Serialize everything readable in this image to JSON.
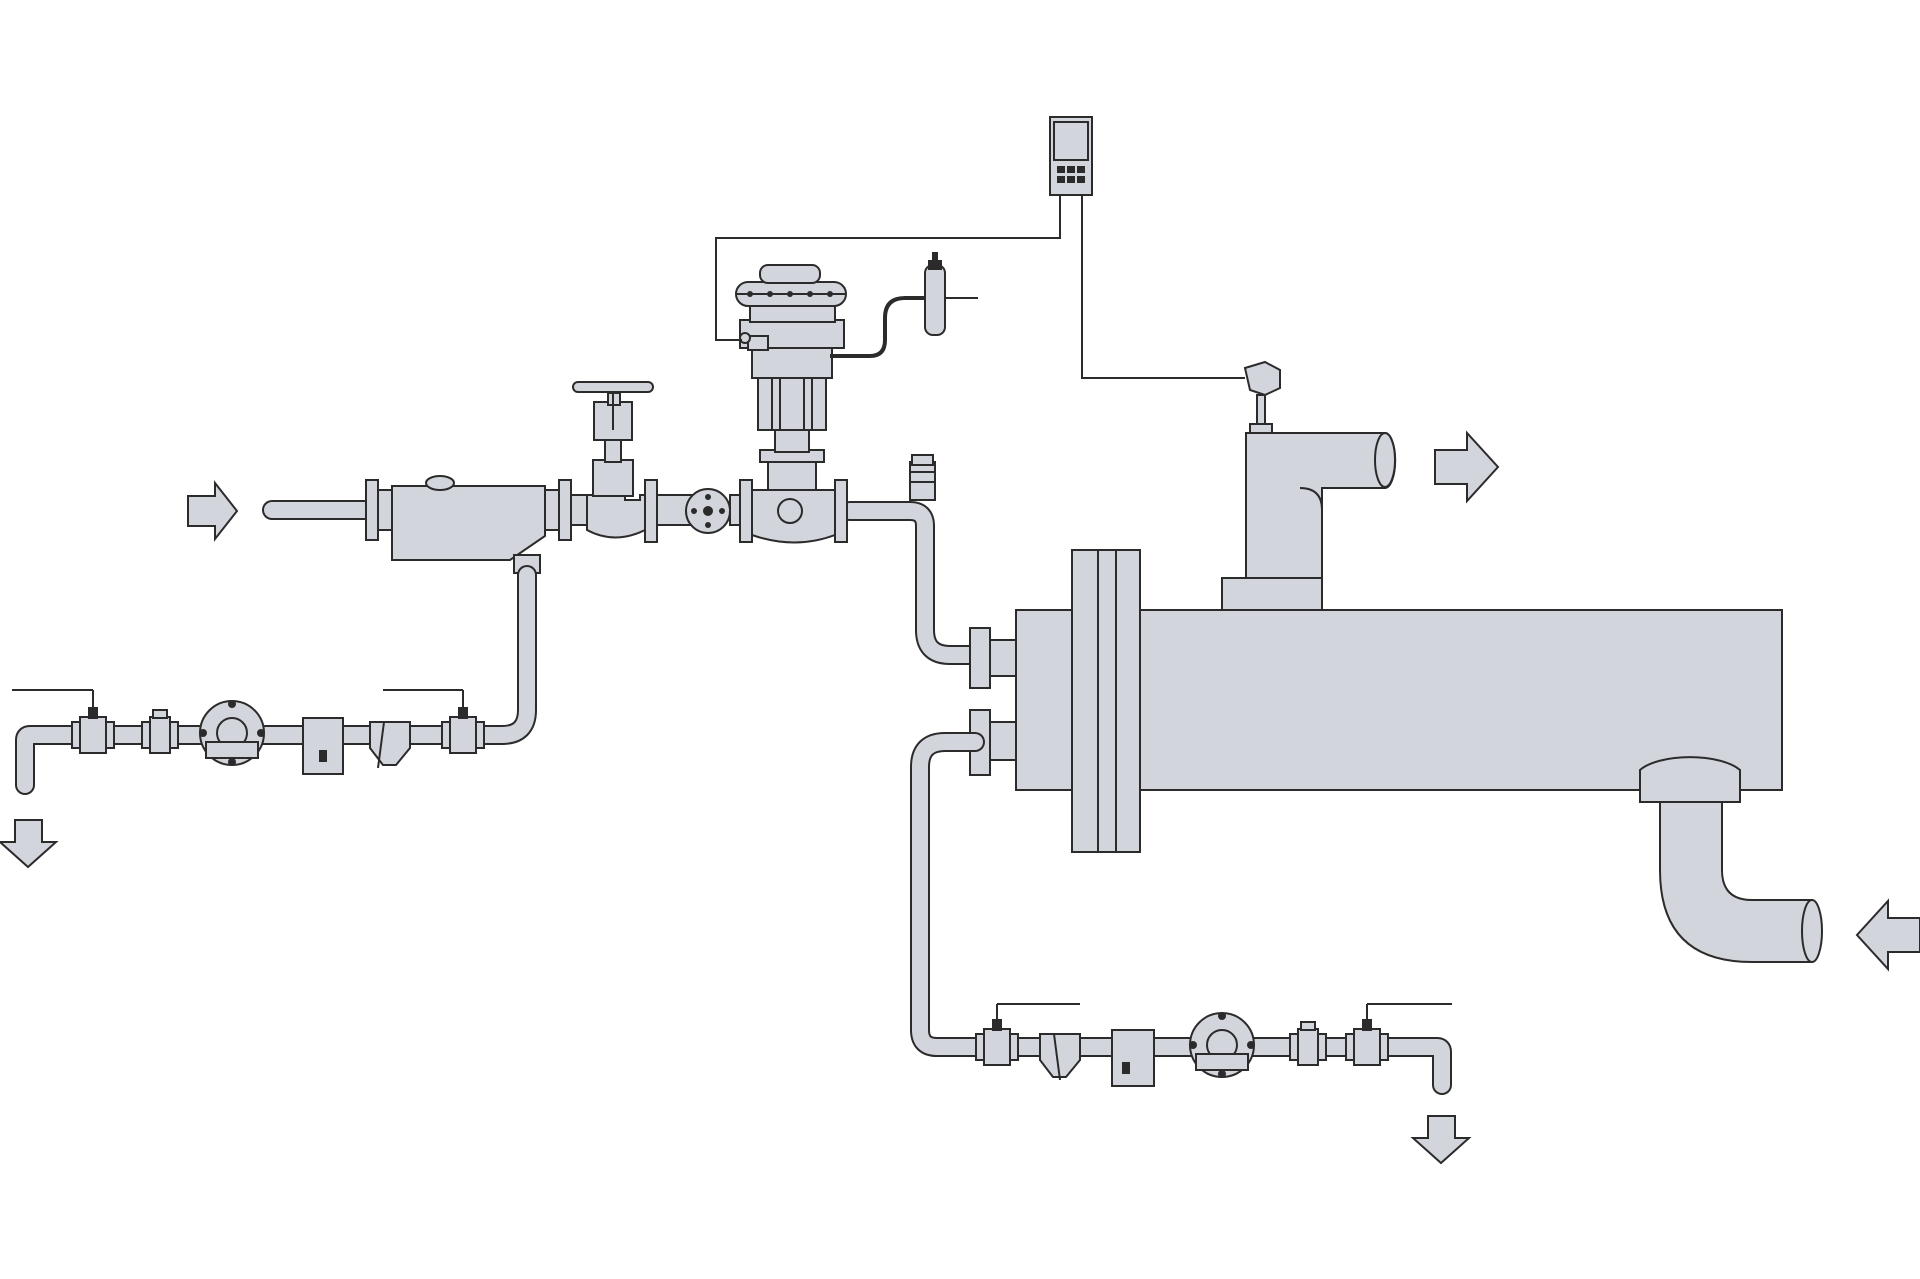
{
  "diagram": {
    "kind": "steam-heat-exchanger-control-loop",
    "colors": {
      "equipment_fill": "#d3d5dc",
      "outline": "#2b2b2b",
      "background": "#ffffff"
    },
    "flow_arrows": [
      {
        "name": "steam-inlet",
        "direction": "right"
      },
      {
        "name": "product-outlet",
        "direction": "right"
      },
      {
        "name": "product-inlet",
        "direction": "left"
      },
      {
        "name": "separator-drain",
        "direction": "down"
      },
      {
        "name": "exchanger-drain",
        "direction": "down"
      }
    ],
    "components": [
      "steam-separator",
      "globe-stop-valve",
      "sight-glass",
      "pneumatic-control-valve",
      "valve-positioner",
      "air-filter-regulator",
      "controller",
      "temperature-sensor",
      "air-vent",
      "shell-and-tube-heat-exchanger",
      "ball-valve",
      "strainer",
      "steam-trap",
      "check-valve",
      "test-valve"
    ]
  }
}
